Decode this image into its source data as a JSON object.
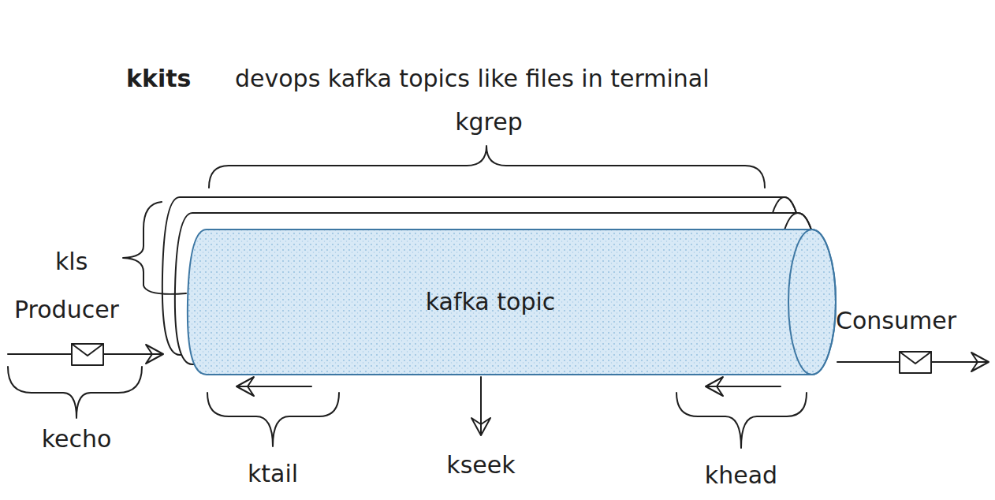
{
  "diagram": {
    "title": "kkits",
    "nodes": [
      {
        "text": [
          "kafka topic"
        ]
      }
    ],
    "labels": [
      "devops kafka topics like files in terminal",
      "kgrep",
      "kls",
      "Producer",
      "Consumer",
      "kecho",
      "ktail",
      "kseek",
      "khead"
    ]
  }
}
